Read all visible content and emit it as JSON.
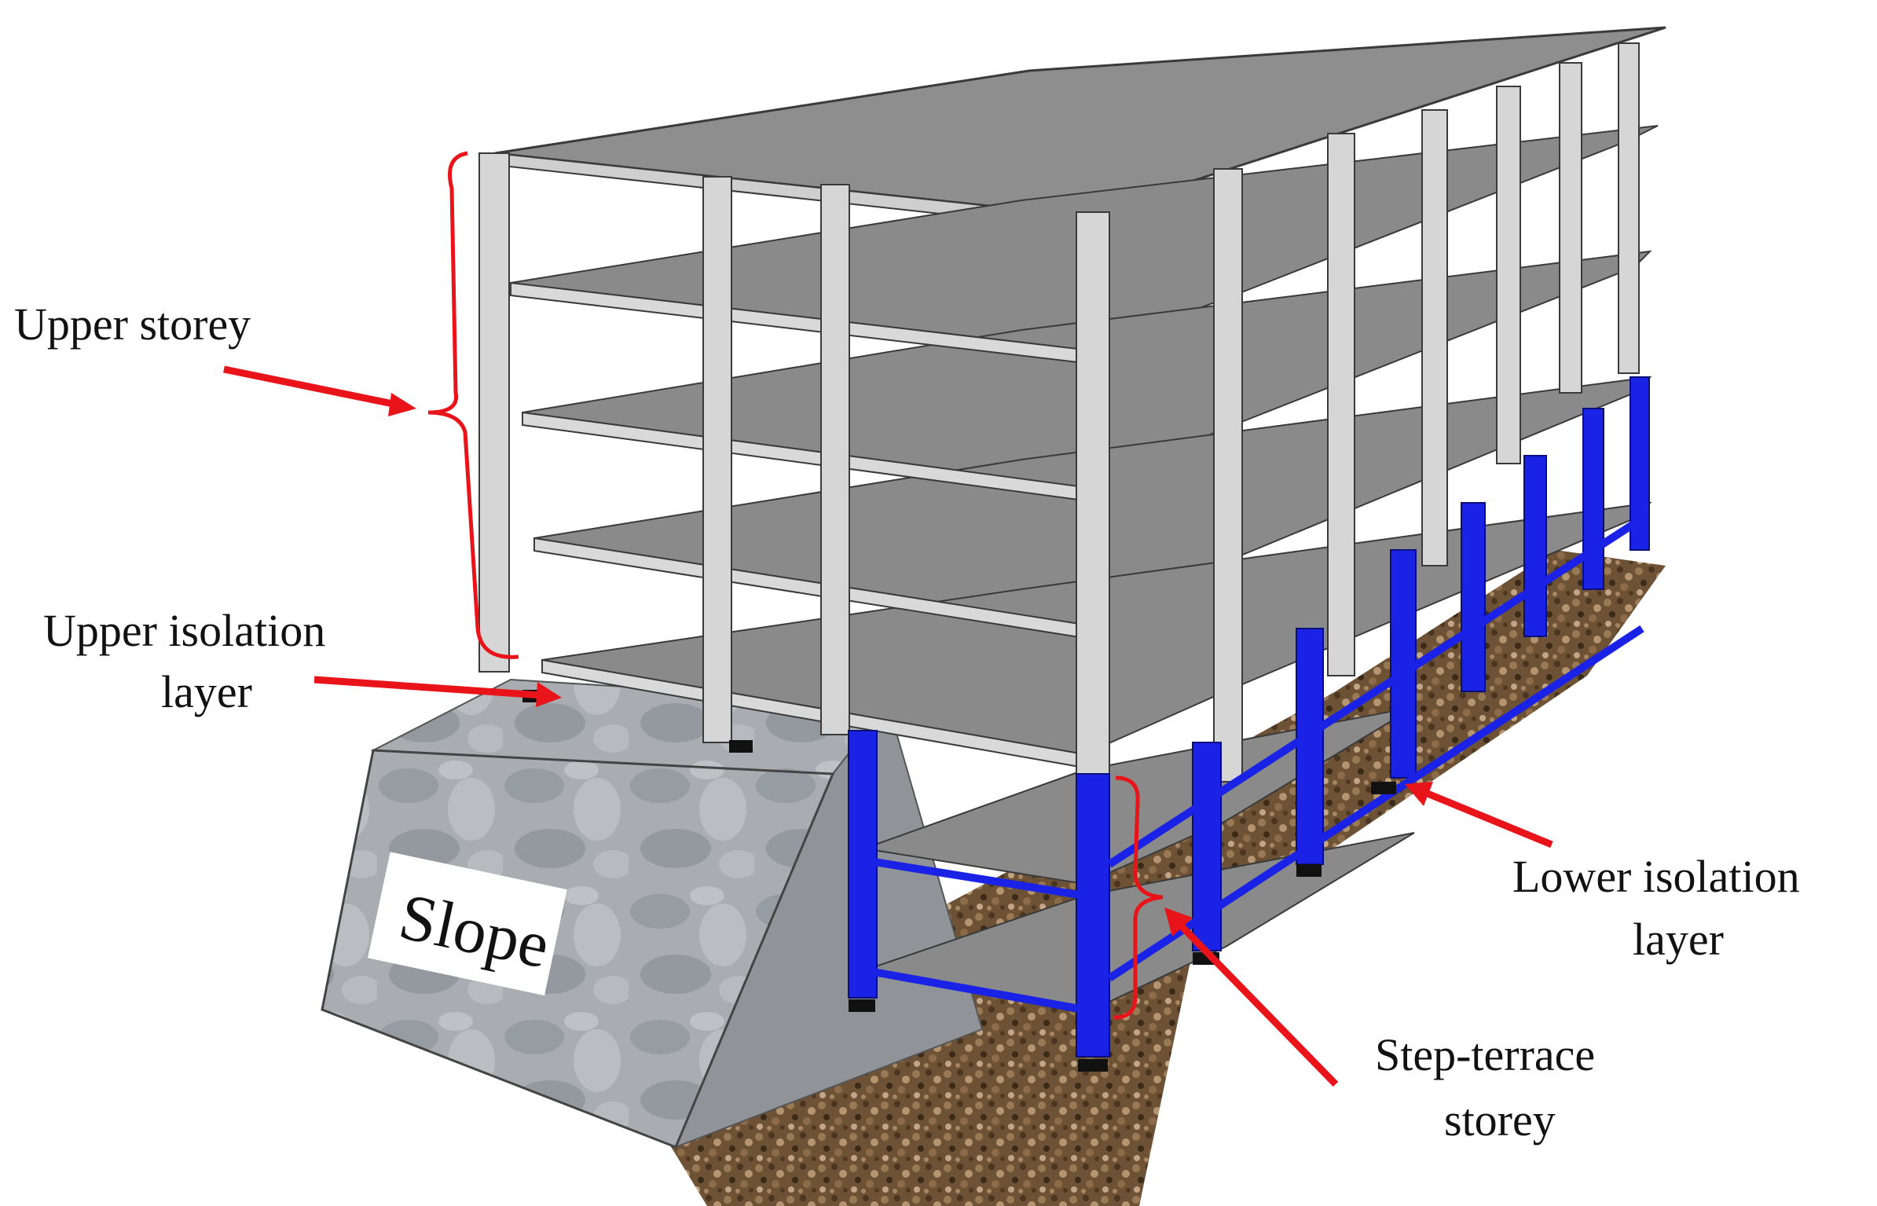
{
  "labels": {
    "upper_storey": "Upper storey",
    "upper_isolation_line1": "Upper isolation",
    "upper_isolation_line2": "layer",
    "lower_isolation_line1": "Lower isolation",
    "lower_isolation_line2": "layer",
    "step_terrace_line1": "Step-terrace",
    "step_terrace_line2": "storey",
    "slope": "Slope"
  },
  "colors": {
    "annotation_red": "#e8141a",
    "column_blue": "#1a22e6",
    "column_grey": "#d8d8d8",
    "slab_grey": "#8a8a8a",
    "slope_block": "#a4a8ad",
    "ground": "#7a5a3c"
  },
  "structure": {
    "upper_storeys": 4,
    "step_terrace_storeys": 2,
    "bays_along_length": 7
  }
}
